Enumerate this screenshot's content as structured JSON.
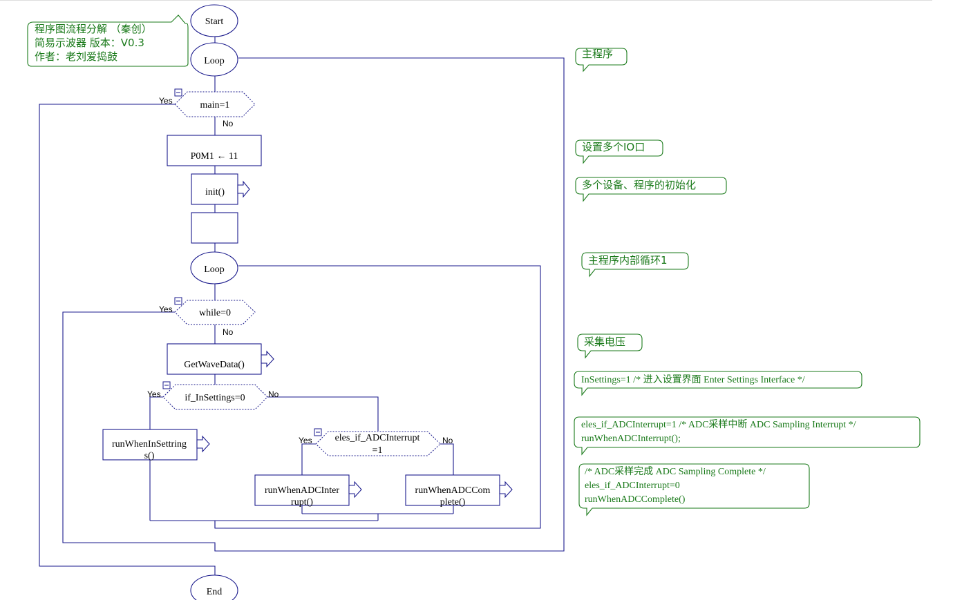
{
  "header_note": {
    "line1": "程序图流程分解  （秦创）",
    "line2": "简易示波器  版本：V0.3",
    "line3": "作者：老刘爱捣鼓"
  },
  "nodes": {
    "start": "Start",
    "loop_main": "Loop",
    "cond_main": "main=1",
    "assign_p0m1": "P0M1 ← 11",
    "call_init": "init()",
    "empty_block": "",
    "loop_inner": "Loop",
    "cond_while": "while=0",
    "call_getwave": "GetWaveData()",
    "cond_insettings": "if_InSettings=0",
    "call_runinsettings_1": "runWhenInSettring",
    "call_runinsettings_2": "s()",
    "cond_adcint_1": "eles_if_ADCInterrupt",
    "cond_adcint_2": "=1",
    "call_runadcint_1": "runWhenADCInter",
    "call_runadcint_2": "rupt()",
    "call_runadccomp_1": "runWhenADCCom",
    "call_runadccomp_2": "plete()",
    "end": "End"
  },
  "branch_labels": {
    "yes": "Yes",
    "no": "No"
  },
  "notes": {
    "main_program": "主程序",
    "set_io": "设置多个IO口",
    "init": "多个设备、程序的初始化",
    "inner_loop": "主程序内部循环1",
    "sample": "采集电压",
    "insettings": "InSettings=1  /* 进入设置界面 Enter Settings Interface */",
    "adcint_1": "eles_if_ADCInterrupt=1   /* ADC采样中断 ADC Sampling Interrupt */",
    "adcint_2": "runWhenADCInterrupt();",
    "adccomp_1": "/* ADC采样完成 ADC Sampling Complete */",
    "adccomp_2": "eles_if_ADCInterrupt=0",
    "adccomp_3": "runWhenADCComplete()"
  },
  "colors": {
    "flow_line": "#1a1a8c",
    "note_line": "#1a7a1a"
  }
}
